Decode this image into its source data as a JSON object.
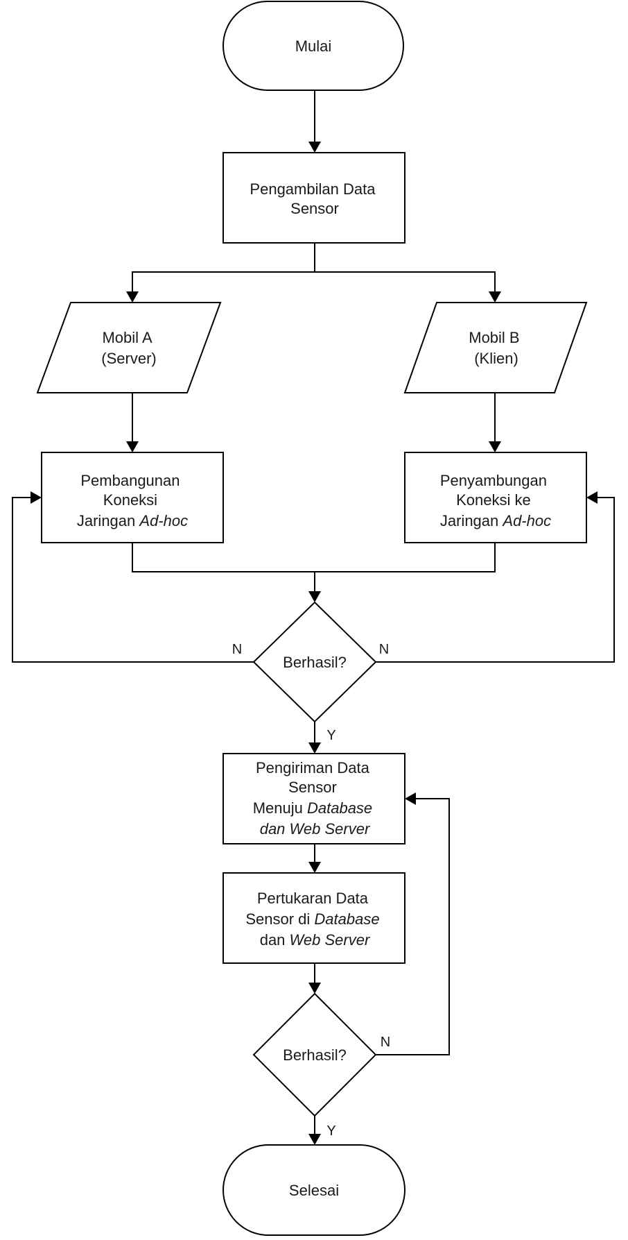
{
  "nodes": {
    "start": {
      "label": "Mulai"
    },
    "collect": {
      "lines": [
        "Pengambilan Data",
        "Sensor"
      ]
    },
    "car_a": {
      "lines": [
        "Mobil A",
        "(Server)"
      ]
    },
    "car_b": {
      "lines": [
        "Mobil B",
        "(Klien)"
      ]
    },
    "build": {
      "line1": "Pembangunan",
      "line2": "Koneksi",
      "line3_prefix": "Jaringan ",
      "line3_em": "Ad-hoc"
    },
    "connect": {
      "line1": "Penyambungan",
      "line2": "Koneksi ke",
      "line3_prefix": "Jaringan ",
      "line3_em": "Ad-hoc"
    },
    "check1": {
      "label": "Berhasil?"
    },
    "send": {
      "line1": "Pengiriman Data",
      "line2": "Sensor",
      "line3_prefix": "Menuju ",
      "line3_em": "Database",
      "line4_em1": "dan",
      "line4_em2": "Web Server"
    },
    "exchange": {
      "line1": "Pertukaran Data",
      "line2_prefix": "Sensor di ",
      "line2_em": "Database",
      "line3_prefix": "dan ",
      "line3_em": "Web Server"
    },
    "check2": {
      "label": "Berhasil?"
    },
    "end": {
      "label": "Selesai"
    }
  },
  "edges": {
    "check1_no_left": "N",
    "check1_no_right": "N",
    "check1_yes": "Y",
    "check2_no": "N",
    "check2_yes": "Y"
  }
}
